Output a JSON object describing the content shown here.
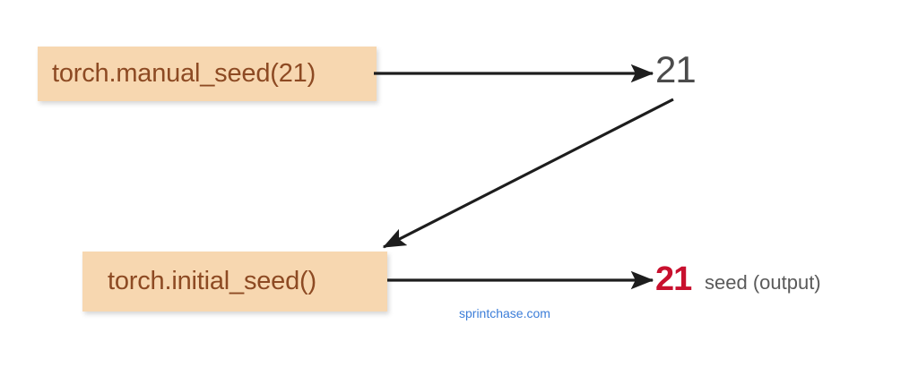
{
  "diagram": {
    "title": "torch manual_seed and initial_seed flow",
    "background_color": "#ffffff",
    "box_fill_color": "#f7d7b0",
    "box_text_color": "#8d4a23",
    "arrow_color": "#1d1d1d",
    "nodes": [
      {
        "id": "manual-seed",
        "label": "torch.manual_seed(21)",
        "type": "function-box"
      },
      {
        "id": "initial-seed",
        "label": "torch.initial_seed()",
        "type": "function-box"
      }
    ],
    "outputs": [
      {
        "id": "top-value",
        "value": "21",
        "color": "#4b4b4b",
        "caption": ""
      },
      {
        "id": "bottom-value",
        "value": "21",
        "color": "#c8102e",
        "caption": "seed (output)",
        "caption_color": "#5a5a5a"
      }
    ],
    "connectors": [
      {
        "id": "manual-to-value",
        "from": "manual-seed",
        "to": "top-value",
        "style": "straight-arrow"
      },
      {
        "id": "value-to-initial",
        "from": "top-value",
        "to": "initial-seed",
        "style": "diagonal-arrow"
      },
      {
        "id": "initial-to-output",
        "from": "initial-seed",
        "to": "bottom-value",
        "style": "straight-arrow"
      }
    ],
    "watermark": {
      "text": "sprintchase.com",
      "color": "#3b7dd8"
    }
  }
}
